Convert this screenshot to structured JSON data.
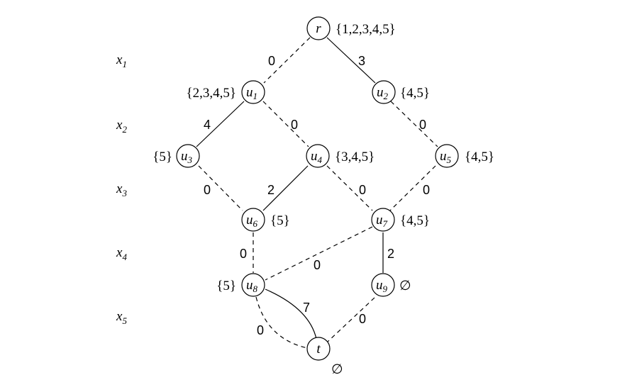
{
  "variables": [
    {
      "name": "x",
      "index": "1"
    },
    {
      "name": "x",
      "index": "2"
    },
    {
      "name": "x",
      "index": "3"
    },
    {
      "name": "x",
      "index": "4"
    },
    {
      "name": "x",
      "index": "5"
    }
  ],
  "nodes": [
    {
      "id": "r",
      "name": "r",
      "index": "",
      "set": "{1,2,3,4,5}"
    },
    {
      "id": "u1",
      "name": "u",
      "index": "1",
      "set": "{2,3,4,5}"
    },
    {
      "id": "u2",
      "name": "u",
      "index": "2",
      "set": "{4,5}"
    },
    {
      "id": "u3",
      "name": "u",
      "index": "3",
      "set": "{5}"
    },
    {
      "id": "u4",
      "name": "u",
      "index": "4",
      "set": "{3,4,5}"
    },
    {
      "id": "u5",
      "name": "u",
      "index": "5",
      "set": "{4,5}"
    },
    {
      "id": "u6",
      "name": "u",
      "index": "6",
      "set": "{5}"
    },
    {
      "id": "u7",
      "name": "u",
      "index": "7",
      "set": "{4,5}"
    },
    {
      "id": "u8",
      "name": "u",
      "index": "8",
      "set": "{5}"
    },
    {
      "id": "u9",
      "name": "u",
      "index": "9",
      "set": "∅"
    },
    {
      "id": "t",
      "name": "t",
      "index": "",
      "set": "∅"
    }
  ],
  "edges": [
    {
      "from": "r",
      "to": "u1",
      "weight": "0",
      "style": "dashed"
    },
    {
      "from": "r",
      "to": "u2",
      "weight": "3",
      "style": "solid"
    },
    {
      "from": "u1",
      "to": "u3",
      "weight": "4",
      "style": "solid"
    },
    {
      "from": "u1",
      "to": "u4",
      "weight": "0",
      "style": "dashed"
    },
    {
      "from": "u2",
      "to": "u5",
      "weight": "0",
      "style": "dashed"
    },
    {
      "from": "u3",
      "to": "u6",
      "weight": "0",
      "style": "dashed"
    },
    {
      "from": "u4",
      "to": "u6",
      "weight": "2",
      "style": "solid"
    },
    {
      "from": "u4",
      "to": "u7",
      "weight": "0",
      "style": "dashed"
    },
    {
      "from": "u5",
      "to": "u7",
      "weight": "0",
      "style": "dashed"
    },
    {
      "from": "u6",
      "to": "u8",
      "weight": "0",
      "style": "dashed"
    },
    {
      "from": "u7",
      "to": "u8",
      "weight": "0",
      "style": "dashed"
    },
    {
      "from": "u7",
      "to": "u9",
      "weight": "2",
      "style": "solid"
    },
    {
      "from": "u8",
      "to": "t",
      "weight": "0",
      "style": "dashed"
    },
    {
      "from": "u8",
      "to": "t",
      "weight": "7",
      "style": "solid"
    },
    {
      "from": "u9",
      "to": "t",
      "weight": "0",
      "style": "dashed"
    }
  ]
}
